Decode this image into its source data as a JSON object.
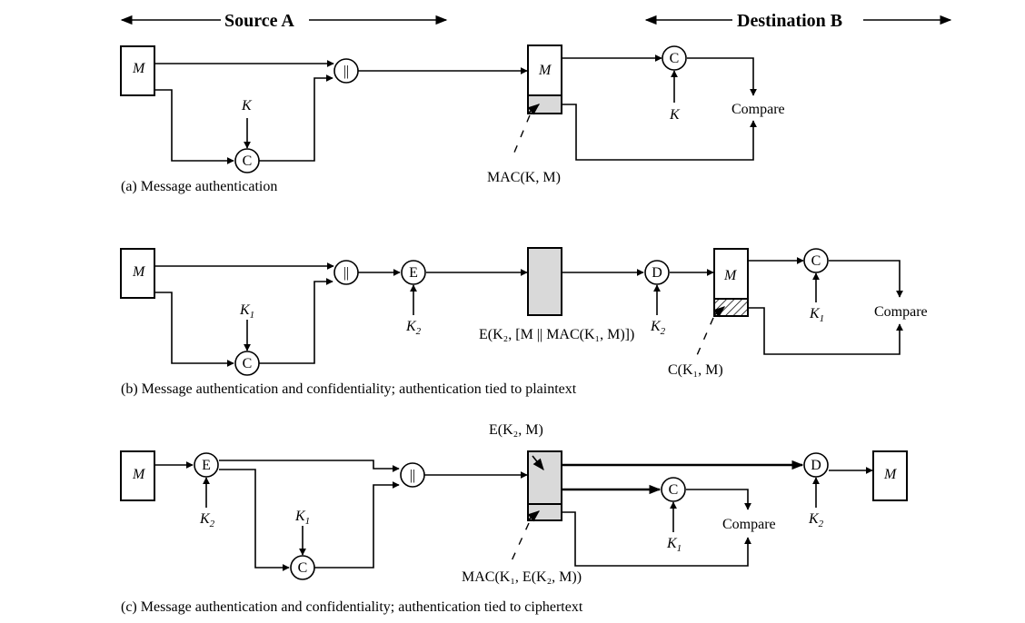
{
  "header": {
    "source": "Source A",
    "destination": "Destination B"
  },
  "labels": {
    "M": "M",
    "K": "K",
    "K1": "K",
    "K2": "K",
    "sub1": "1",
    "sub2": "2",
    "concat": "||",
    "C": "C",
    "E": "E",
    "D": "D",
    "compare": "Compare"
  },
  "panel_a": {
    "caption": "(a) Message authentication",
    "mac_label": "MAC(K, M)"
  },
  "panel_b": {
    "caption": "(b) Message authentication and confidentiality; authentication tied to plaintext",
    "cipher_label": "E(K₂, [M || MAC(K₁, M)])",
    "c_label": "C(K₁, M)"
  },
  "panel_c": {
    "caption": "(c) Message authentication and confidentiality; authentication tied to ciphertext",
    "e_label": "E(K₂, M)",
    "mac_label": "MAC(K₁, E(K₂, M))"
  }
}
